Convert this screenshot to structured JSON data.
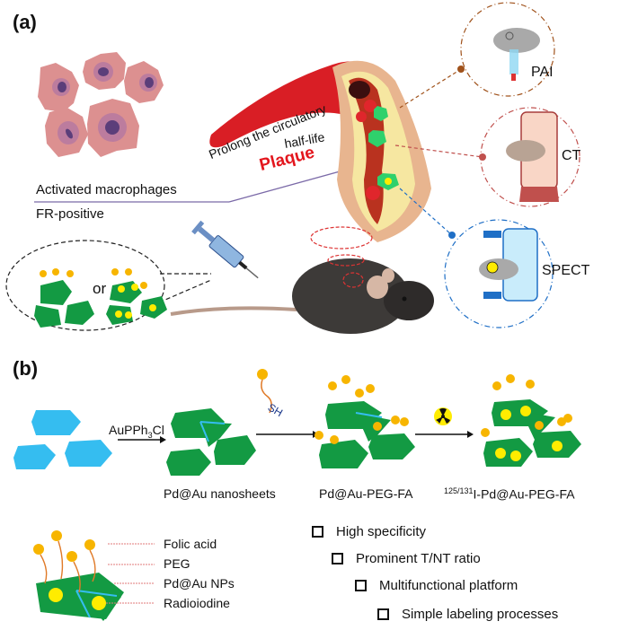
{
  "panel_a": {
    "label": "(a)",
    "macrophages_label": "Activated macrophages",
    "fr_label": "FR-positive",
    "circulation_label_line1": "Prolong the circulatory",
    "circulation_label_line2": "half-life",
    "plaque_label": "Plaque",
    "injection_or": "or",
    "imaging": [
      {
        "label": "PAI",
        "color": "#a0521b"
      },
      {
        "label": "CT",
        "color": "#c0504d"
      },
      {
        "label": "SPECT",
        "color": "#1f6fc6"
      }
    ]
  },
  "panel_b": {
    "label": "(b)",
    "step1_reagent_main": "AuPPh",
    "step1_reagent_sub": "3",
    "step1_reagent_end": "Cl",
    "step2_reagent": "SH",
    "products": [
      {
        "label": "Pd@Au nanosheets"
      },
      {
        "label": "Pd@Au-PEG-FA"
      },
      {
        "label_sup": "125/131",
        "label": "I-Pd@Au-PEG-FA"
      }
    ],
    "legend": [
      "Folic acid",
      "PEG",
      "Pd@Au NPs",
      "Radioiodine"
    ],
    "features": [
      "High specificity",
      "Prominent T/NT ratio",
      "Multifunctional platform",
      "Simple labeling processes"
    ]
  },
  "colors": {
    "pd_sheet": "#35bdf0",
    "pdau_sheet": "#139a43",
    "folate": "#f7b500",
    "peg": "#e07a28",
    "radio": "#ffec00",
    "vessel": "#d91e25",
    "macrophage": "#dc9090",
    "nucleus": "#5b3e7a"
  }
}
